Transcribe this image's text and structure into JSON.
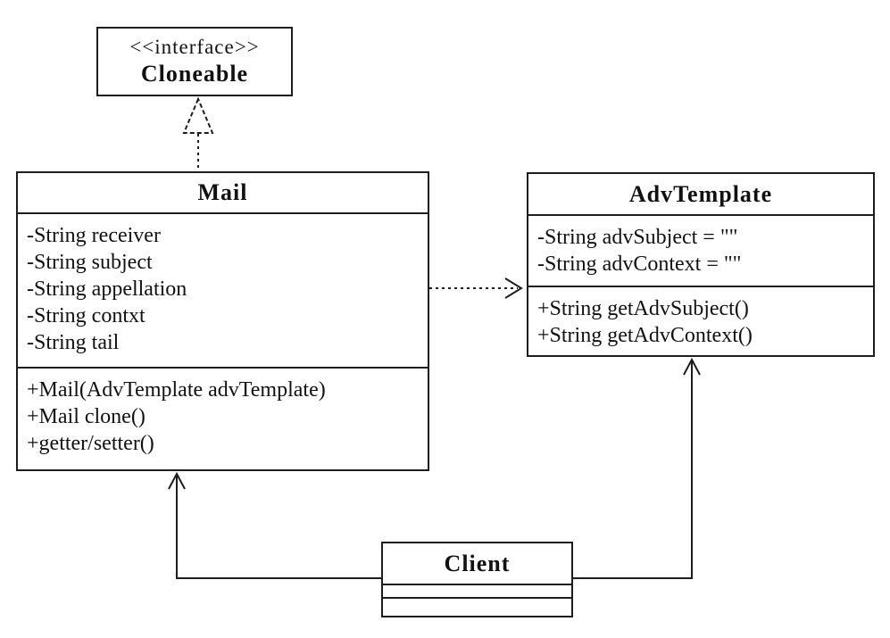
{
  "uml": {
    "cloneable": {
      "stereotype": "<<interface>>",
      "name": "Cloneable"
    },
    "mail": {
      "name": "Mail",
      "attributes": [
        "-String receiver",
        "-String subject",
        "-String appellation",
        "-String contxt",
        "-String tail"
      ],
      "methods": [
        "+Mail(AdvTemplate advTemplate)",
        "+Mail clone()",
        "+getter/setter()"
      ]
    },
    "advtemplate": {
      "name": "AdvTemplate",
      "attributes": [
        "-String advSubject = \"\"",
        "-String advContext = \"\""
      ],
      "methods": [
        "+String getAdvSubject()",
        "+String getAdvContext()"
      ]
    },
    "client": {
      "name": "Client"
    },
    "relationships": [
      {
        "type": "realization",
        "from": "Mail",
        "to": "Cloneable",
        "line": "dotted",
        "arrow": "hollow-triangle"
      },
      {
        "type": "dependency",
        "from": "Mail",
        "to": "AdvTemplate",
        "line": "dotted",
        "arrow": "open"
      },
      {
        "type": "association",
        "from": "Client",
        "to": "Mail",
        "line": "solid",
        "arrow": "open"
      },
      {
        "type": "association",
        "from": "Client",
        "to": "AdvTemplate",
        "line": "solid",
        "arrow": "open"
      }
    ],
    "colors": {
      "line": "#1d1d1d",
      "background": "#ffffff",
      "text": "#111111"
    }
  }
}
